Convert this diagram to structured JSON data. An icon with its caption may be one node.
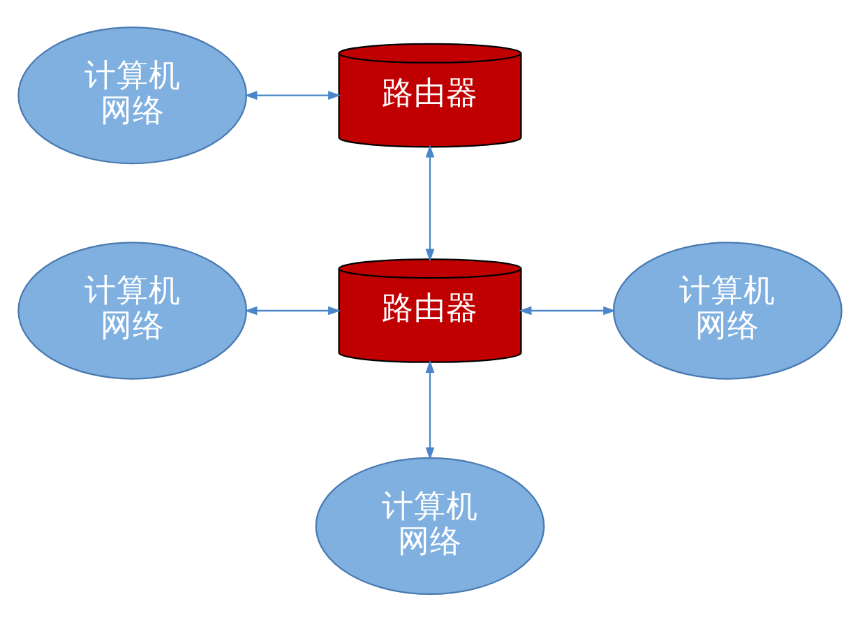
{
  "diagram": {
    "nodes": [
      {
        "text": [
          "计算机网络"
        ]
      },
      {
        "text": [
          "路由器"
        ]
      },
      {
        "text": [
          "计算机网络"
        ]
      },
      {
        "text": [
          "路由器"
        ]
      },
      {
        "text": [
          "计算机网络"
        ]
      },
      {
        "text": [
          "计算机网络"
        ]
      }
    ],
    "edges": [
      {
        "from": 0,
        "to": 1,
        "arrow": "both"
      },
      {
        "from": 1,
        "to": 3,
        "arrow": "both"
      },
      {
        "from": 2,
        "to": 3,
        "arrow": "both"
      },
      {
        "from": 3,
        "to": 4,
        "arrow": "both"
      },
      {
        "from": 3,
        "to": 5,
        "arrow": "both"
      }
    ]
  }
}
